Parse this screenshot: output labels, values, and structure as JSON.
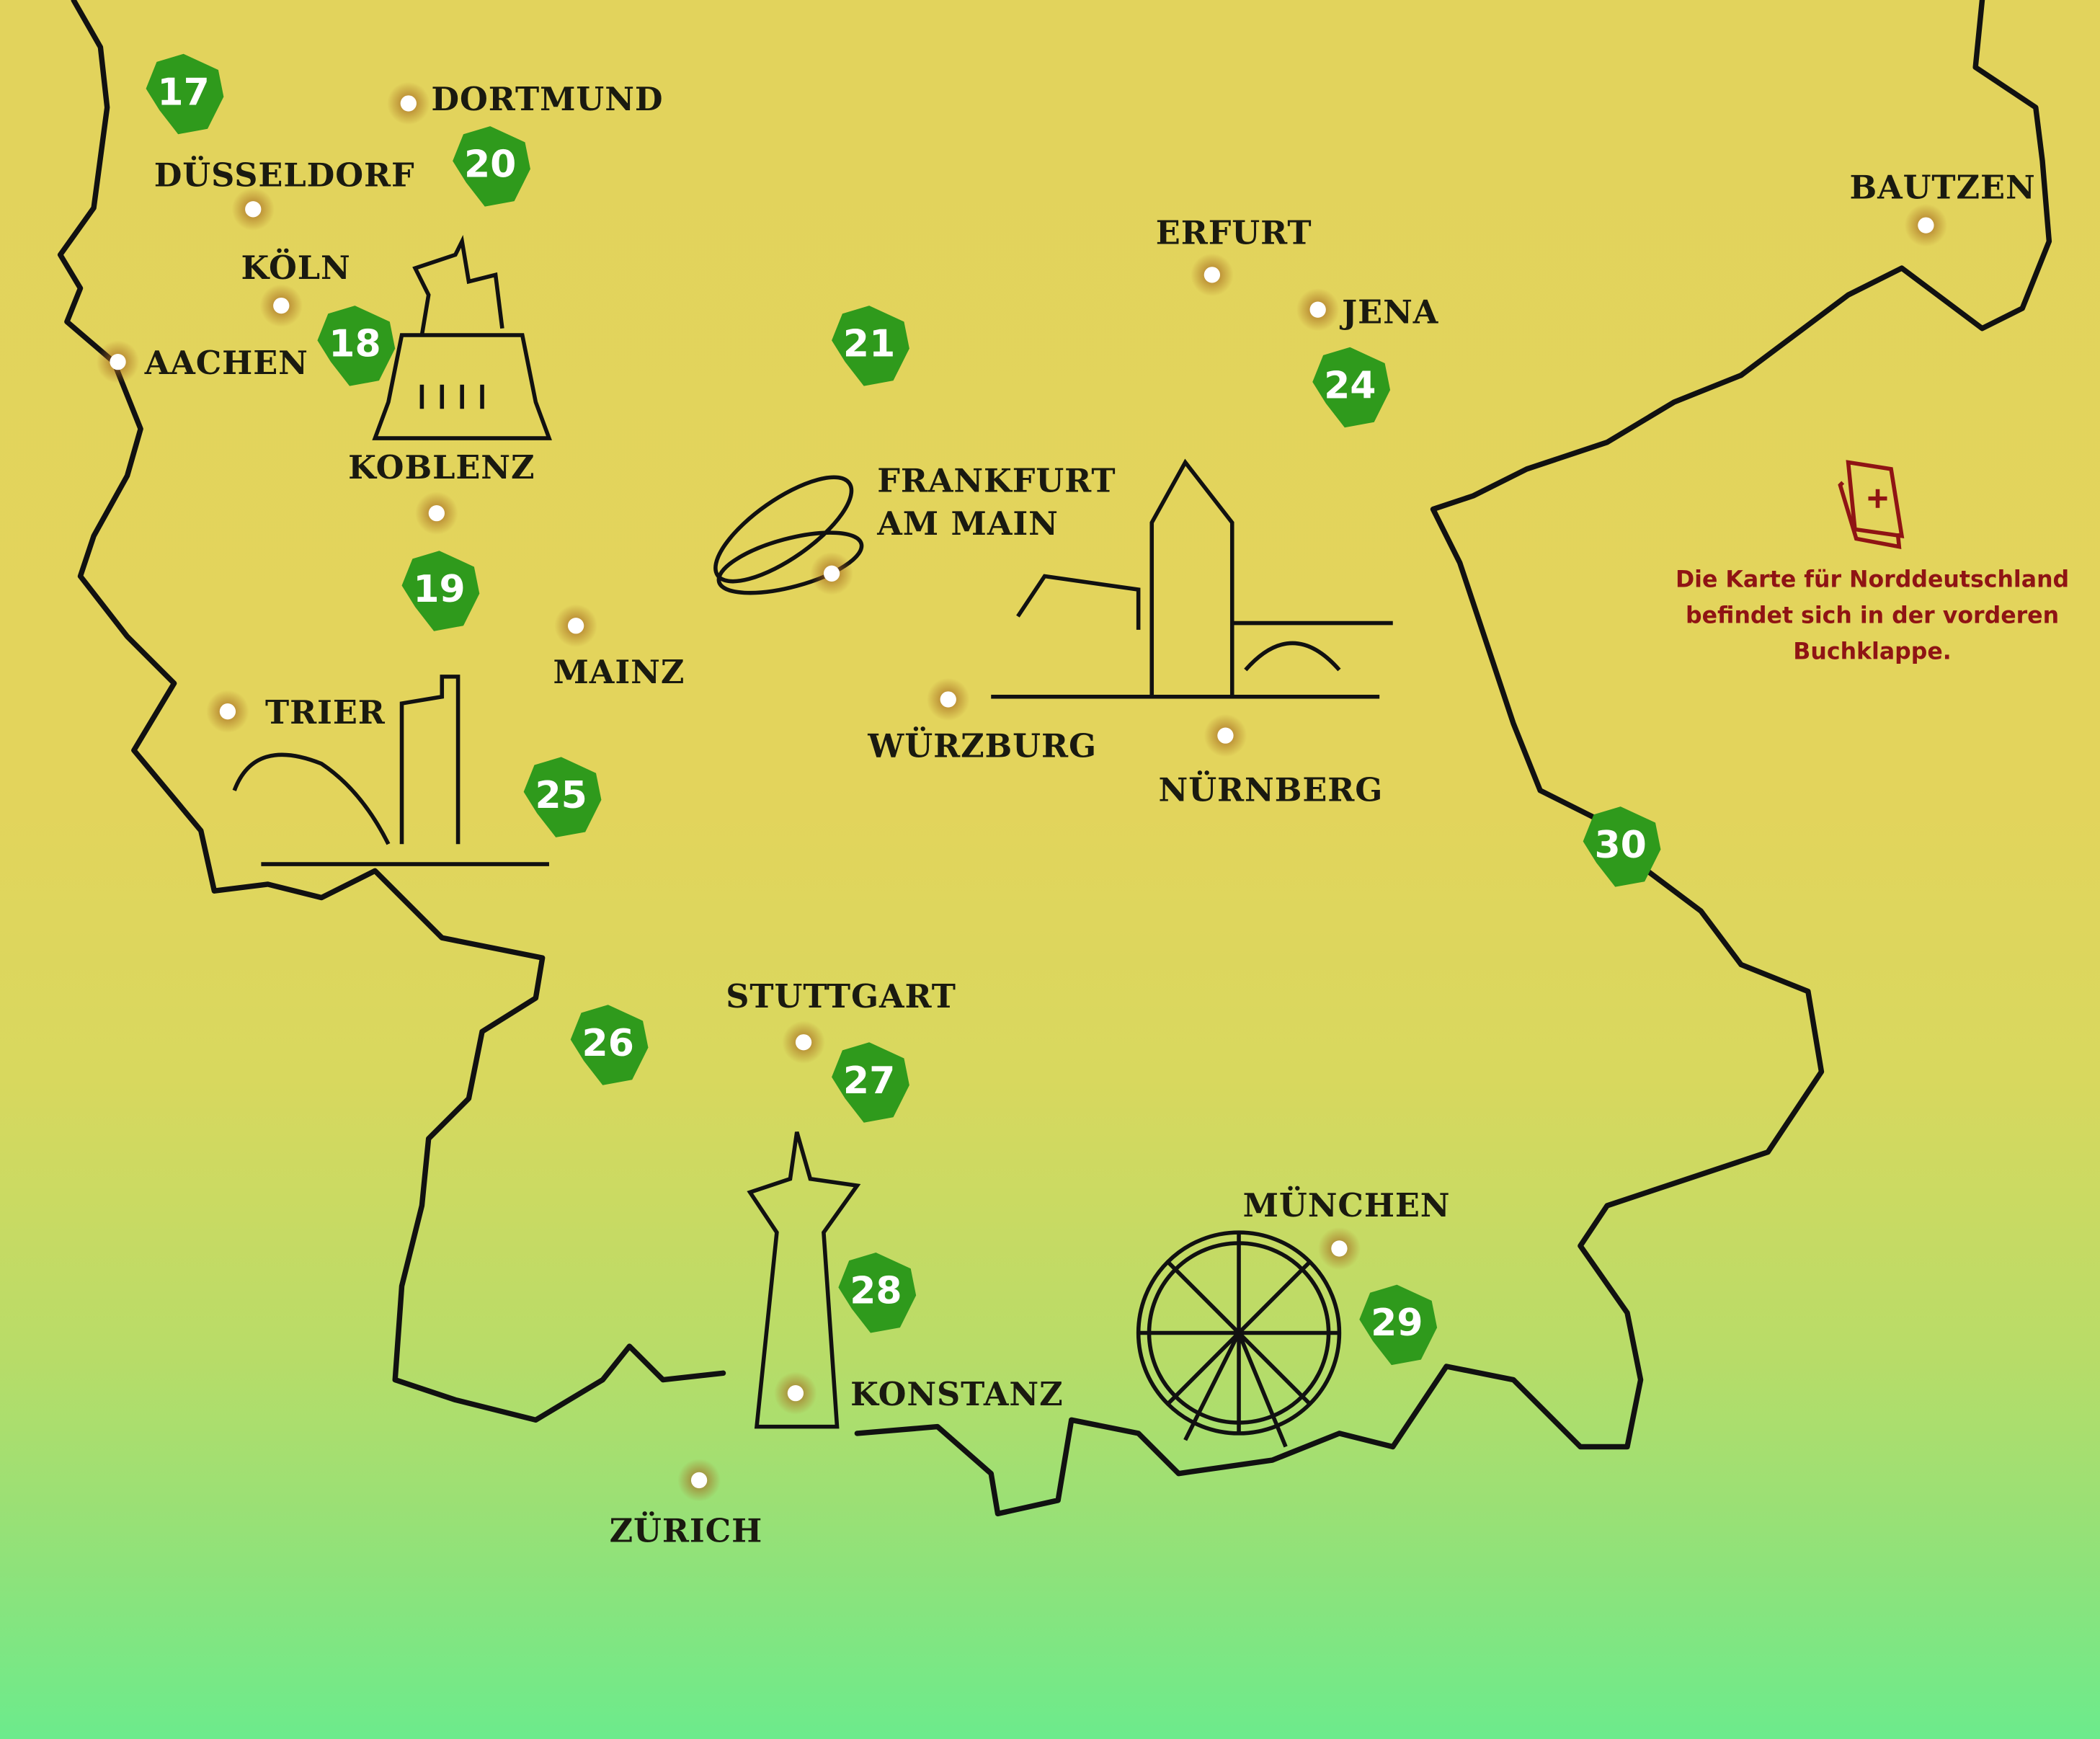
{
  "map": {
    "colors": {
      "border": "#111111",
      "badge": "#2f9a1c",
      "note": "#8f1414",
      "dot_glow": "#b7812f"
    },
    "cities": [
      {
        "name": "DORTMUND"
      },
      {
        "name": "DÜSSELDORF"
      },
      {
        "name": "KÖLN"
      },
      {
        "name": "AACHEN"
      },
      {
        "name": "KOBLENZ"
      },
      {
        "name": "MAINZ"
      },
      {
        "name": "TRIER"
      },
      {
        "name": "FRANKFURT",
        "name2": "AM MAIN"
      },
      {
        "name": "WÜRZBURG"
      },
      {
        "name": "NÜRNBERG"
      },
      {
        "name": "ERFURT"
      },
      {
        "name": "JENA"
      },
      {
        "name": "BAUTZEN"
      },
      {
        "name": "STUTTGART"
      },
      {
        "name": "MÜNCHEN"
      },
      {
        "name": "KONSTANZ"
      },
      {
        "name": "ZÜRICH"
      }
    ],
    "badges": [
      "17",
      "20",
      "18",
      "21",
      "19",
      "24",
      "25",
      "30",
      "26",
      "27",
      "28",
      "29"
    ],
    "note": {
      "icon": "folded-map-compass-icon",
      "lines": [
        "Die Karte für Norddeutschland",
        "befindet sich in der vorderen",
        "Buchklappe."
      ]
    }
  }
}
